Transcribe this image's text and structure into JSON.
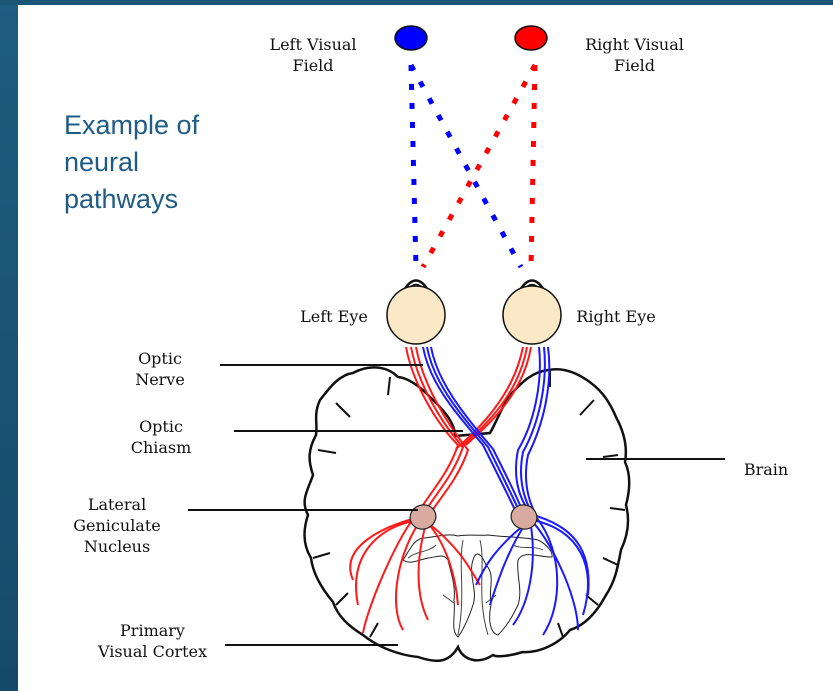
{
  "heading": {
    "lines": [
      "Example of",
      "neural",
      "pathways"
    ]
  },
  "labels": {
    "left_visual_field": [
      "Left Visual",
      "Field"
    ],
    "right_visual_field": [
      "Right Visual",
      "Field"
    ],
    "left_eye": "Left Eye",
    "right_eye": "Right Eye",
    "optic_nerve": [
      "Optic",
      "Nerve"
    ],
    "optic_chiasm": [
      "Optic",
      "Chiasm"
    ],
    "brain": "Brain",
    "lgn": [
      "Lateral",
      "Geniculate",
      "Nucleus"
    ],
    "cortex": [
      "Primary",
      "Visual Cortex"
    ]
  },
  "colors": {
    "left_field": "#0000ff",
    "right_field": "#ff0000",
    "eye_fill": "#fbe8c6",
    "lgn_fill": "#d9aaa0",
    "heading": "#1e5c86",
    "frame": "#17435f"
  }
}
